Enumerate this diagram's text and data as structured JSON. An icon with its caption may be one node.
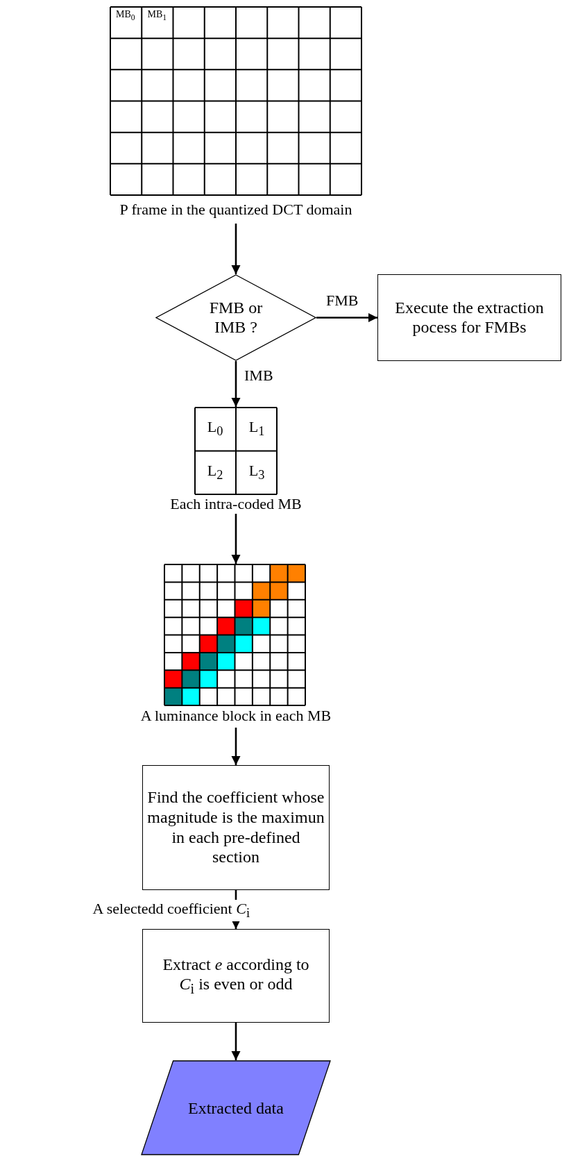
{
  "diagram": {
    "nodes": [
      {
        "text": [
          "MB$_{0}$",
          "MB$_{1}$",
          "P frame in the quantized DCT domain"
        ]
      },
      {
        "text": [
          "FMB or IMB ?"
        ]
      },
      {
        "text": [
          "Execute the extraction pocess for FMBs"
        ]
      },
      {
        "text": [
          "L$_{0}$",
          "L$_{1}$",
          "L$_{2}$",
          "L$_{3}$",
          "Each intra-coded MB"
        ]
      },
      {
        "text": [
          "A luminance block in each MB"
        ]
      },
      {
        "text": [
          "Find the coefficient whose magnitude is the maximun in each pre-defined section"
        ]
      },
      {
        "text": [
          "Extract *e*  according to *C*$_{i}$ is even or odd"
        ]
      },
      {
        "text": [
          "Extracted data"
        ]
      }
    ],
    "edges": [
      {
        "from": 0,
        "to": 1,
        "arrow": "to"
      },
      {
        "from": 1,
        "to": 2,
        "arrow": "to",
        "label": "FMB"
      },
      {
        "from": 1,
        "to": 3,
        "arrow": "to",
        "label": "IMB"
      },
      {
        "from": 3,
        "to": 4,
        "arrow": "to"
      },
      {
        "from": 4,
        "to": 5,
        "arrow": "to"
      },
      {
        "from": 5,
        "to": 6,
        "arrow": "to",
        "label": "A selectedd coefficient *C*$_{i}$"
      },
      {
        "from": 6,
        "to": 7,
        "arrow": "to"
      }
    ]
  }
}
